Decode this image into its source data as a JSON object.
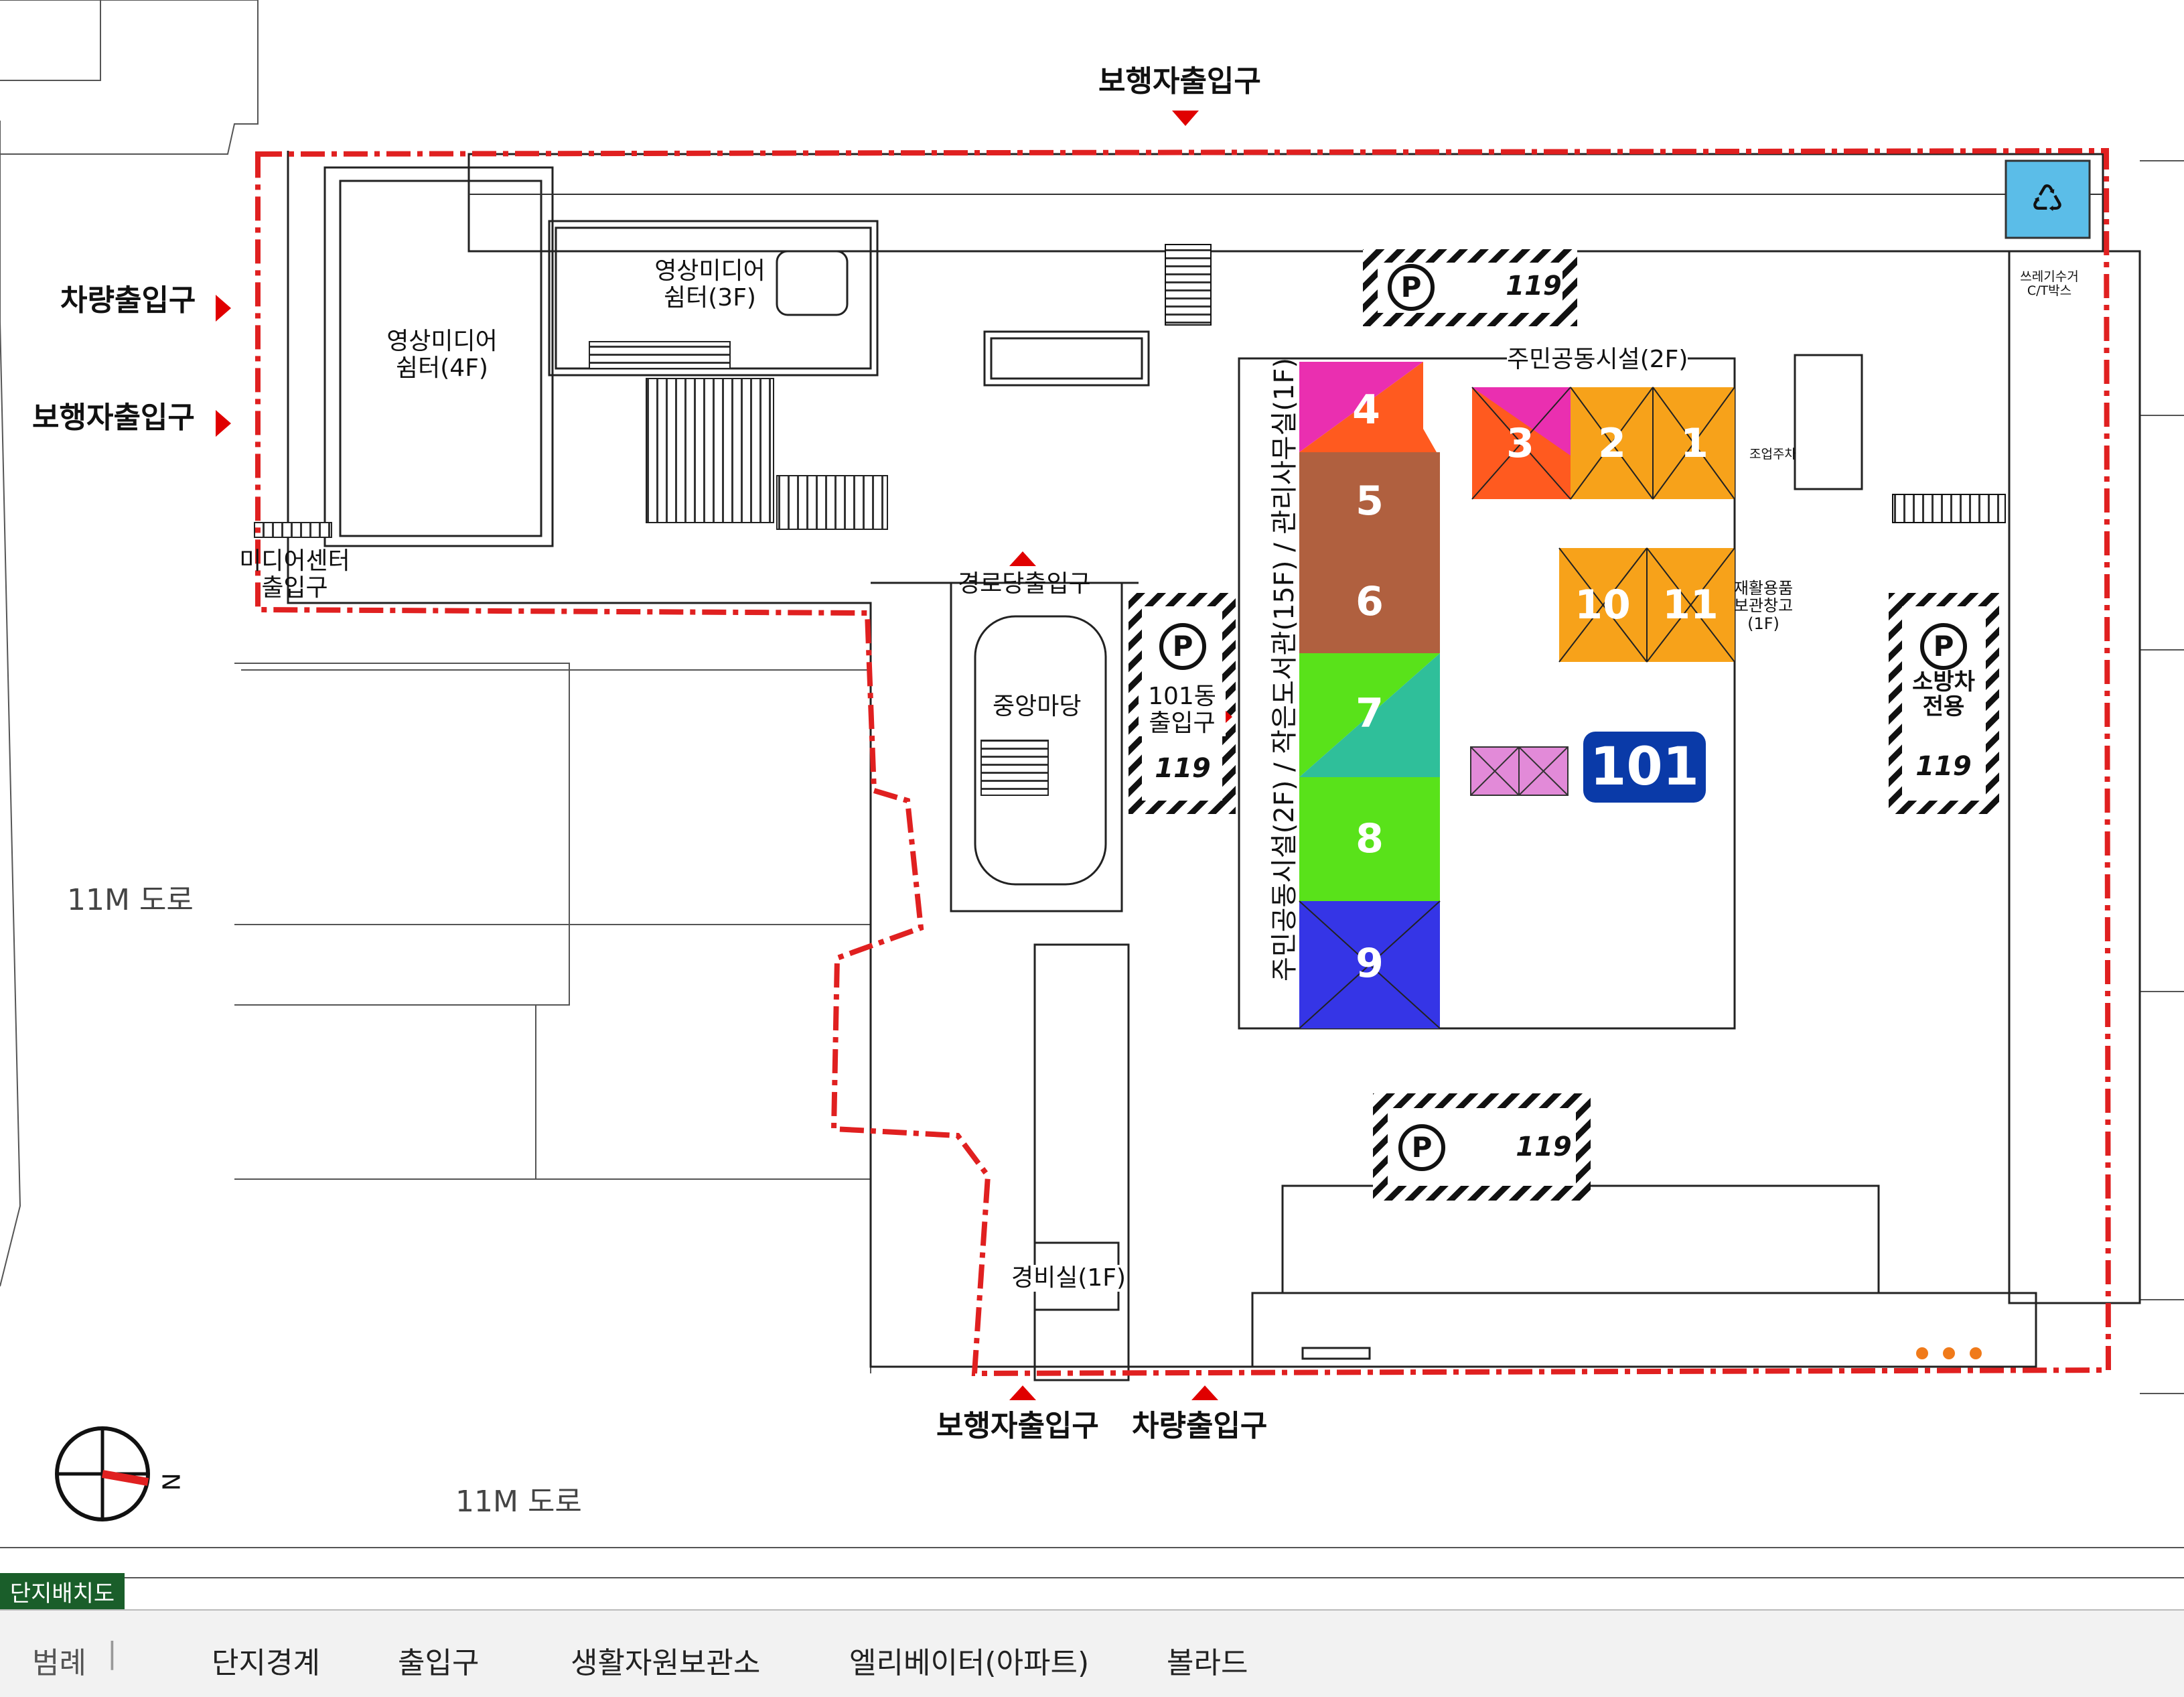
{
  "labels": {
    "pedestrian_top": "보행자출입구",
    "vehicle_left": "차량출입구",
    "pedestrian_left": "보행자출입구",
    "media_4f": "영상미디어\n쉼터(4F)",
    "media_3f": "영상미디어\n쉼터(3F)",
    "media_center_entrance": "미디어센터\n출입구",
    "senior_entrance": "경로당출입구",
    "central_yard": "중앙마당",
    "dong_entrance": "101동\n출입구",
    "community_2f_top": "주민공동시설(2F)",
    "vertical_facilities": "주민공동시설(2F) / 작은도서관(15F) / 관리사무실(1F)",
    "recycle_storage": "재활용품\n보관창고\n(1F)",
    "security_office": "경비실(1F)",
    "pedestrian_bottom": "보행자출입구",
    "vehicle_bottom": "차량출입구",
    "road_left": "11M 도로",
    "road_bottom": "11M 도로",
    "cooperative_parking": "조업주차",
    "waste_collector": "쓰레기수거\nC/T박스",
    "fire_lane": "소방차\n전용",
    "fire_119": "119",
    "parking_mark": "P",
    "compass_n": "N"
  },
  "units": [
    "4",
    "5",
    "6",
    "7",
    "8",
    "9",
    "3",
    "2",
    "1",
    "10",
    "11"
  ],
  "building": "101",
  "map_tag": "단지배치도",
  "legend": {
    "title": "범례",
    "boundary": "단지경계",
    "entrance": "출입구",
    "recycle": "생활자원보관소",
    "elevator": "엘리베이터(아파트)",
    "bollard": "볼라드"
  },
  "colors": {
    "boundary": "#e02020",
    "entrance_arrow": "#e00000",
    "unit_magenta": "#ea2fb0",
    "unit_orange_red": "#ff5a1f",
    "unit_brown": "#b0603f",
    "unit_green": "#59e21a",
    "unit_teal": "#2fbf9a",
    "unit_blue": "#3535e6",
    "unit_orange": "#f7a21a",
    "building_badge": "#0a3aa8",
    "recycle_box": "#5bbde8",
    "elevator": "#e28ad8",
    "bollard": "#f07a1a",
    "tag_bg": "#1a5e2a"
  }
}
